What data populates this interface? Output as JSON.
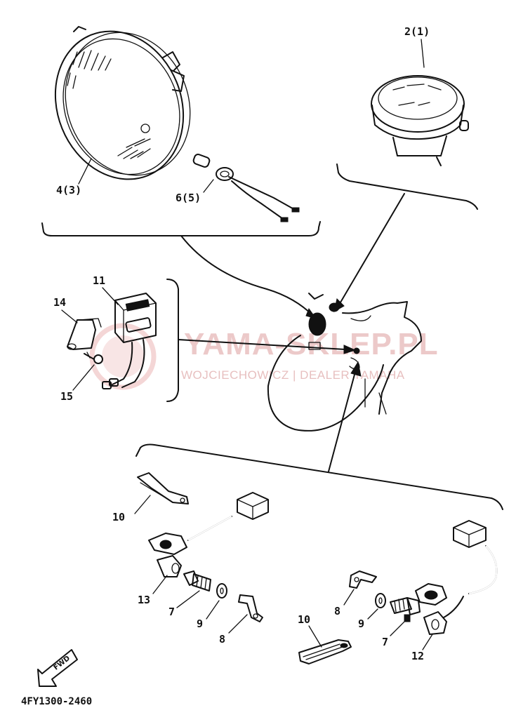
{
  "watermark": {
    "title": "YAMA-SKLEP.PL",
    "subtitle": "WOJCIECHOWICZ | DEALER YAMAHA",
    "color": "#e6b8b8"
  },
  "callouts": {
    "headlight": "4(3)",
    "bulb": "6(5)",
    "meter": "2(1)",
    "relay": "11",
    "bracket_14": "14",
    "screw_15": "15",
    "bracket_10_top": "10",
    "sensor_13": "13",
    "bolt_7_left": "7",
    "washer_9_left": "9",
    "clip_8_left": "8",
    "clip_8_right": "8",
    "washer_9_right": "9",
    "bolt_7_right": "7",
    "bracket_10_bottom": "10",
    "sensor_12": "12"
  },
  "fwd_label": "FWD",
  "part_code": "4FY1300-2460"
}
